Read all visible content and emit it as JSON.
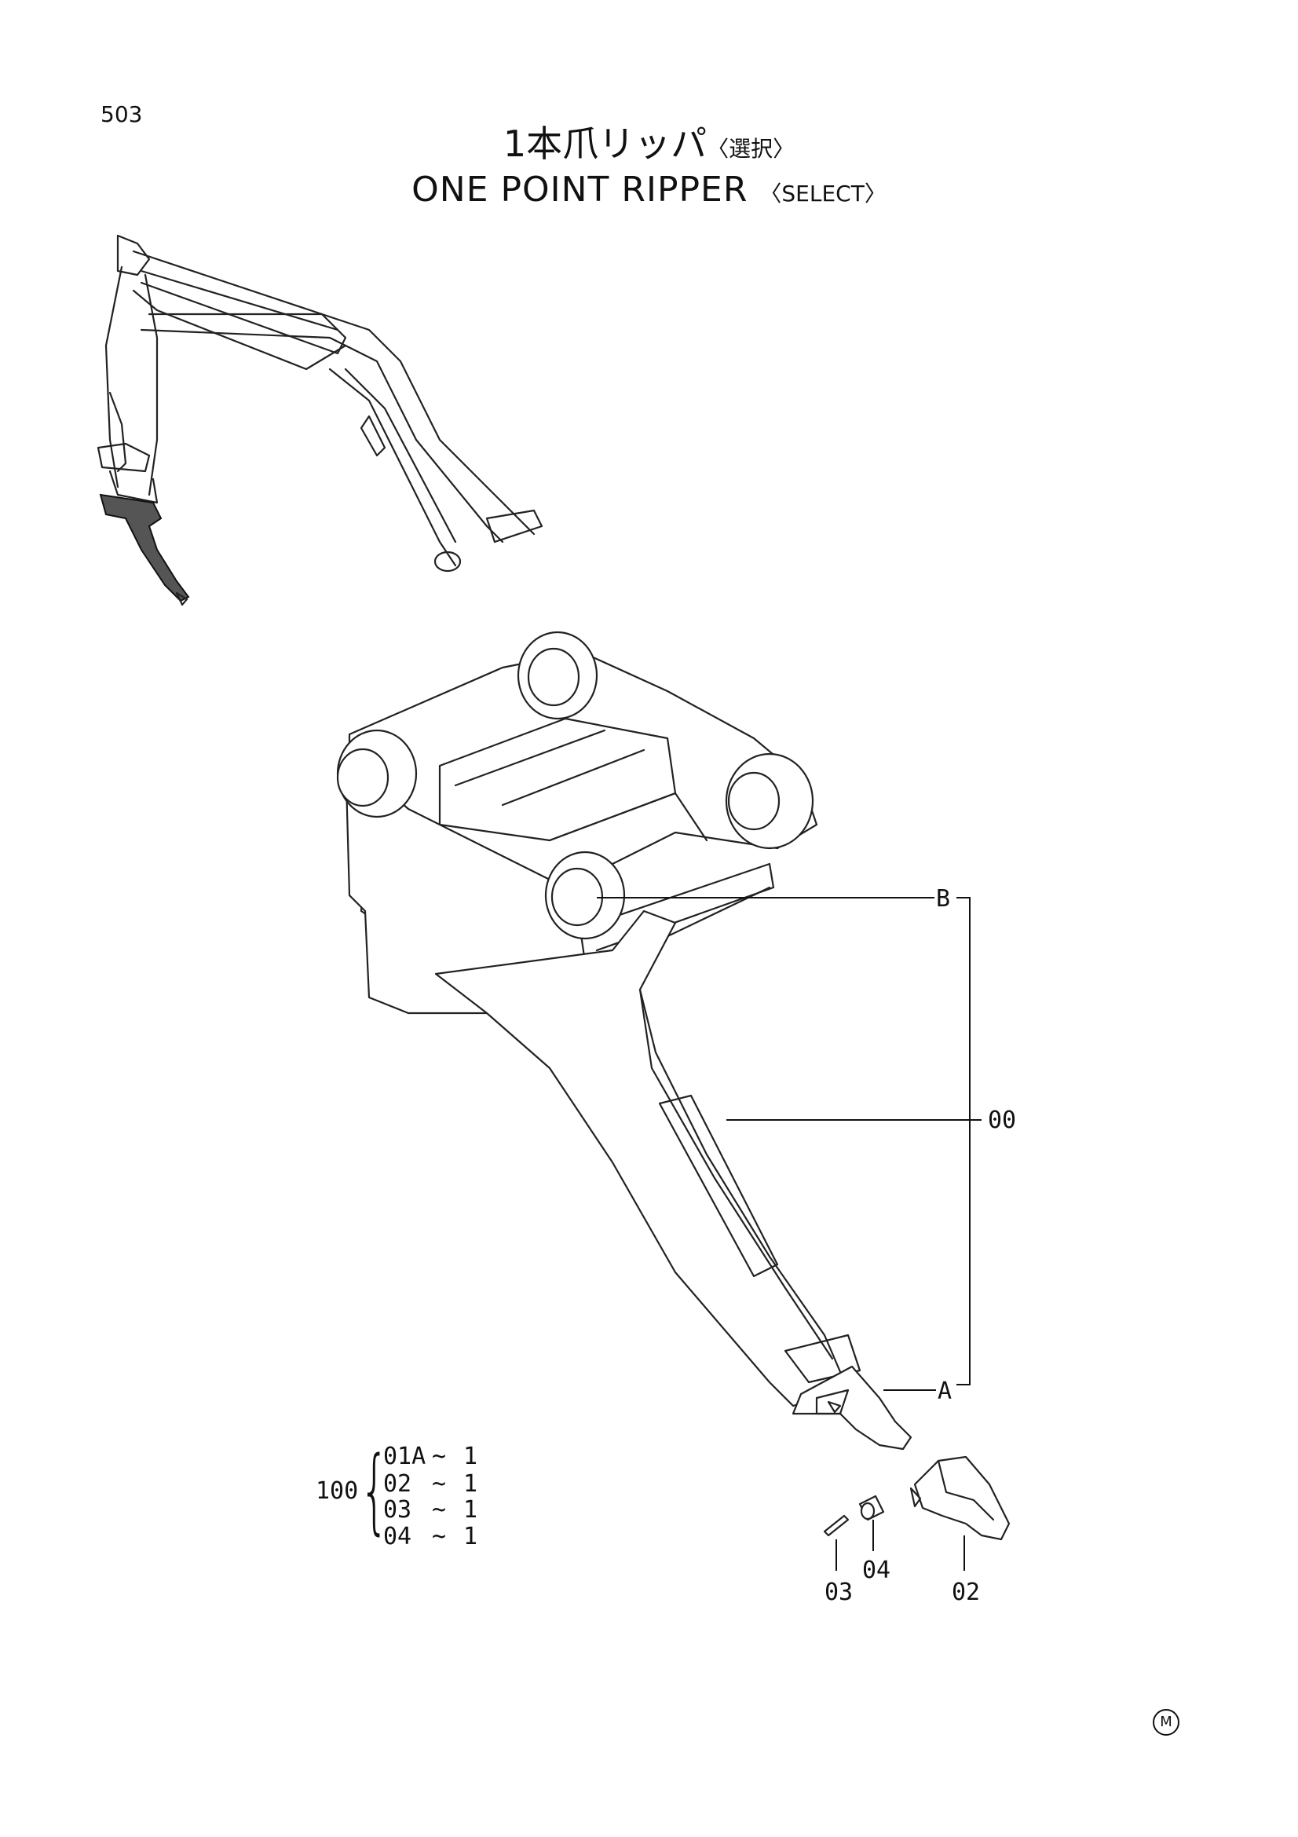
{
  "page_number": "503",
  "title_jp": "1本爪リッパ",
  "title_jp_note": "〈選択〉",
  "title_en": "ONE POINT RIPPER",
  "title_en_note": "〈SELECT〉",
  "callouts": {
    "b": "B",
    "a": "A",
    "assembly": "00",
    "part_03": "03",
    "part_04": "04",
    "part_02": "02"
  },
  "kit": {
    "number": "100",
    "brace": "{",
    "items": [
      {
        "part": "01A",
        "sep": "~",
        "qty": "1"
      },
      {
        "part": "02",
        "sep": "~",
        "qty": "1"
      },
      {
        "part": "03",
        "sep": "~",
        "qty": "1"
      },
      {
        "part": "04",
        "sep": "~",
        "qty": "1"
      }
    ]
  },
  "manufacturer_mark": "M"
}
